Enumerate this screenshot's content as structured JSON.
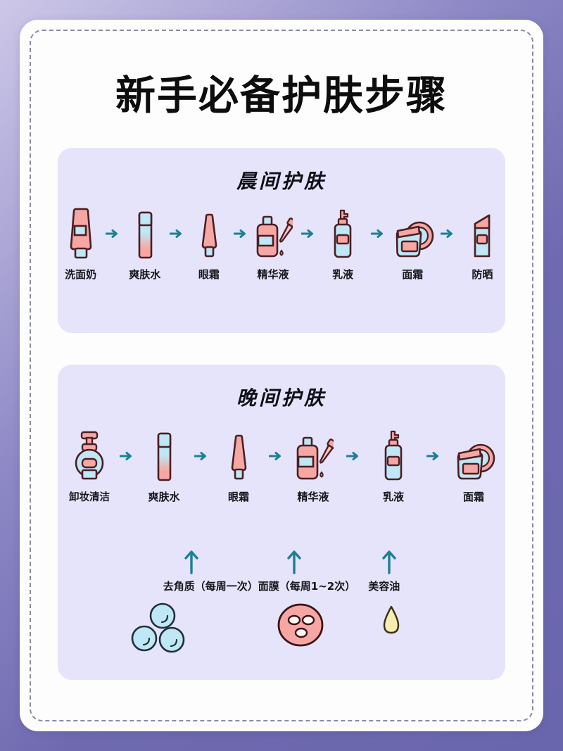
{
  "theme": {
    "background_purple": "#6f6ab0",
    "card_white": "#fdfdfe",
    "section_lavender": "#e6e4fa",
    "dashed_border": "#8e8aa8",
    "arrow_teal": "#1b7f96",
    "outline_maroon": "#4a1f24",
    "pink": "#f7a7a3",
    "pink_light": "#fbc4c0",
    "blue": "#bfe7f5",
    "oil_yellow": "#f4eeb0"
  },
  "header": {
    "title": "新手必备护肤步骤"
  },
  "morning": {
    "title": "晨间护肤",
    "steps": [
      {
        "label": "洗面奶",
        "icon": "tube-cleanser-icon"
      },
      {
        "label": "爽肤水",
        "icon": "toner-bottle-icon"
      },
      {
        "label": "眼霜",
        "icon": "eye-cream-tube-icon"
      },
      {
        "label": "精华液",
        "icon": "serum-dropper-icon"
      },
      {
        "label": "乳液",
        "icon": "lotion-spray-icon"
      },
      {
        "label": "面霜",
        "icon": "cream-jar-icon"
      },
      {
        "label": "防晒",
        "icon": "sunscreen-icon"
      }
    ]
  },
  "night": {
    "title": "晚间护肤",
    "steps": [
      {
        "label": "卸妆清洁",
        "icon": "pump-bottle-icon"
      },
      {
        "label": "爽肤水",
        "icon": "toner-bottle-icon"
      },
      {
        "label": "眼霜",
        "icon": "eye-cream-tube-icon"
      },
      {
        "label": "精华液",
        "icon": "serum-dropper-icon"
      },
      {
        "label": "乳液",
        "icon": "lotion-spray-icon"
      },
      {
        "label": "面霜",
        "icon": "cream-jar-icon"
      }
    ],
    "extras": [
      {
        "label": "去角质（每周一次）",
        "icon": "bubbles-icon"
      },
      {
        "label": "面膜（每周1~2次）",
        "icon": "face-mask-icon"
      },
      {
        "label": "美容油",
        "icon": "oil-drop-icon"
      }
    ]
  }
}
